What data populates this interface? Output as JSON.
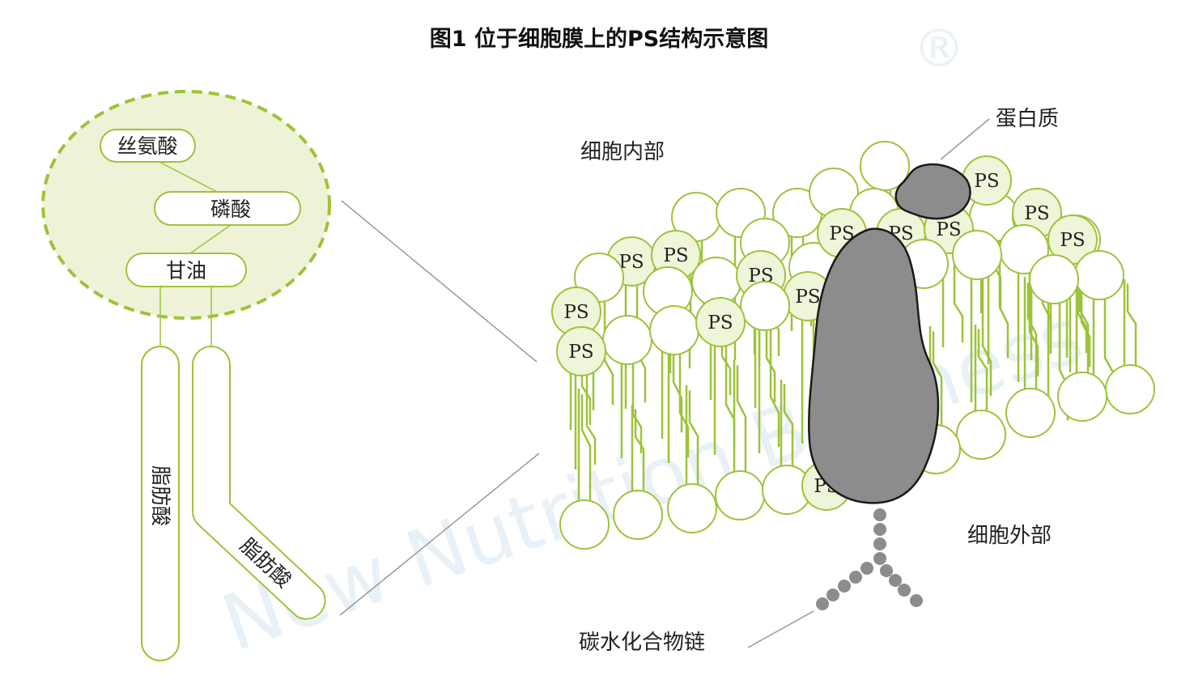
{
  "title": "图1  位于细胞膜上的PS结构示意图",
  "watermark": {
    "mark": "®",
    "text": "New Nutrition Business"
  },
  "labels": {
    "inside": "细胞内部",
    "outside": "细胞外部",
    "protein": "蛋白质",
    "carbohydrate": "碳水化合物链"
  },
  "molecule": {
    "serine": "丝氨酸",
    "phosphate": "磷酸",
    "glycerol": "甘油",
    "fatty_acid_1": "脂肪酸",
    "fatty_acid_2": "脂肪酸"
  },
  "ps_label": "PS",
  "colors": {
    "green": "#9dc33a",
    "ps_fill": "#eef5d9",
    "ellipse_fill": "#eef3d8",
    "protein": "#8c8c8c",
    "line": "#999999"
  }
}
